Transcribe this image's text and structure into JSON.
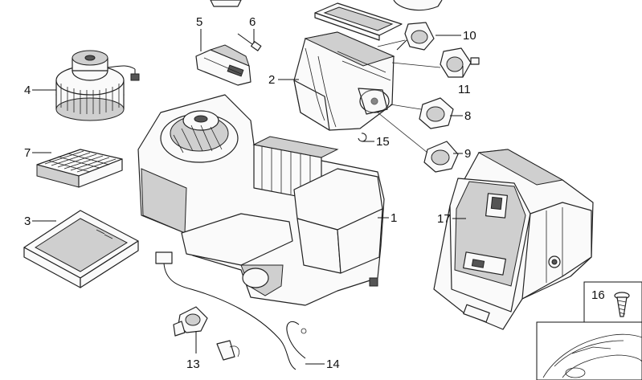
{
  "callouts": {
    "c1": "1",
    "c2": "2",
    "c3": "3",
    "c4": "4",
    "c5": "5",
    "c6": "6",
    "c7": "7",
    "c8": "8",
    "c9": "9",
    "c10": "10",
    "c11": "11",
    "c13": "13",
    "c14": "14",
    "c15": "15",
    "c16": "16",
    "c17": "17"
  }
}
